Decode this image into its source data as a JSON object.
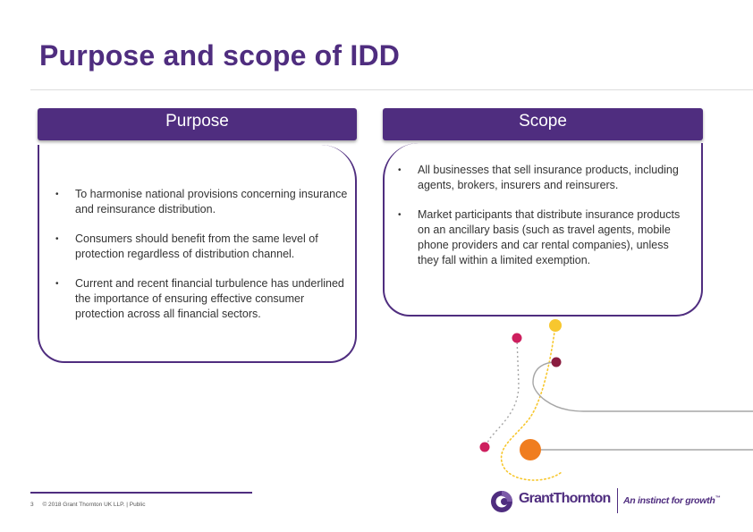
{
  "slide": {
    "title": "Purpose and scope of IDD"
  },
  "purpose": {
    "header": "Purpose",
    "items": [
      "To harmonise national provisions concerning insurance and reinsurance distribution.",
      "Consumers should benefit from the same level of protection regardless of distribution channel.",
      "Current and recent financial turbulence has underlined the importance of ensuring effective consumer protection across all financial sectors."
    ]
  },
  "scope": {
    "header": "Scope",
    "items": [
      "All businesses that sell insurance products, including agents, brokers, insurers and reinsurers.",
      "Market participants that distribute insurance products on an ancillary basis (such as travel agents, mobile phone providers and car rental companies), unless they fall within a limited exemption."
    ]
  },
  "bullet_glyph": "•",
  "footer": {
    "page_number": "3",
    "copyright": "© 2018 Grant Thornton UK LLP. | Public"
  },
  "logo": {
    "wordmark": "GrantThornton",
    "tagline": "An instinct for growth",
    "trademark": "™"
  },
  "colors": {
    "brand_purple": "#4f2d7f",
    "accent_orange": "#f07d1f",
    "accent_yellow": "#f7c72e",
    "accent_magenta": "#cd1f5e",
    "accent_maroon": "#8a1c3f",
    "line_grey": "#a6a6a6"
  }
}
